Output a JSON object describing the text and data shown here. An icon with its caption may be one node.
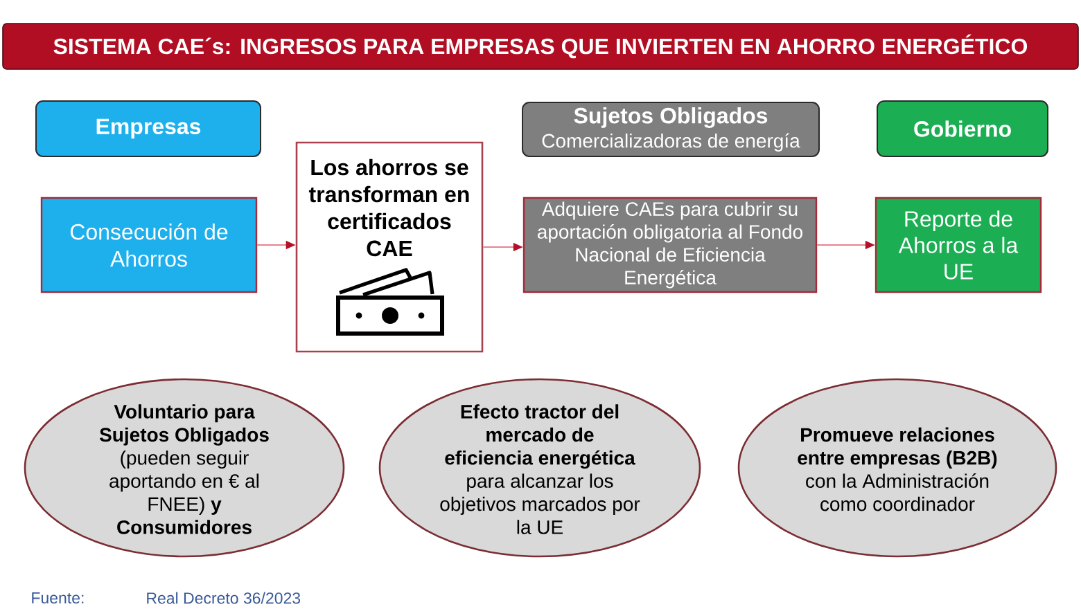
{
  "diagram": {
    "title": "SISTEMA CAE´s: INGRESOS PARA EMPRESAS QUE INVIERTEN EN AHORRO ENERGÉTICO",
    "nodes": [
      {
        "text": [
          "Empresas"
        ]
      },
      {
        "text": [
          "Sujetos Obligados",
          "Comercializadoras de energía"
        ]
      },
      {
        "text": [
          "Gobierno"
        ]
      },
      {
        "text": [
          "Consecución de Ahorros"
        ]
      },
      {
        "text": [
          "Los ahorros se transforman en certificados CAE"
        ]
      },
      {
        "text": [
          "Adquiere CAEs para cubrir su aportación obligatoria al Fondo Nacional de Eficiencia Energética"
        ]
      },
      {
        "text": [
          "Reporte de Ahorros a la UE"
        ]
      },
      {
        "text": [
          "**Voluntario para Sujetos Obligados** (pueden seguir aportando en € al FNEE) **y Consumidores**"
        ]
      },
      {
        "text": [
          "**Efecto tractor del mercado de eficiencia energética** para alcanzar los objetivos marcados por la UE"
        ]
      },
      {
        "text": [
          "**Promueve relaciones entre empresas (B2B)** con la Administración como coordinador"
        ]
      }
    ],
    "edges": [
      {
        "from": 3,
        "to": 4,
        "arrow": "to"
      },
      {
        "from": 4,
        "to": 5,
        "arrow": "to"
      },
      {
        "from": 5,
        "to": 6,
        "arrow": "to"
      }
    ],
    "labels": [
      "Fuente:",
      "Real Decreto 36/2023"
    ]
  }
}
